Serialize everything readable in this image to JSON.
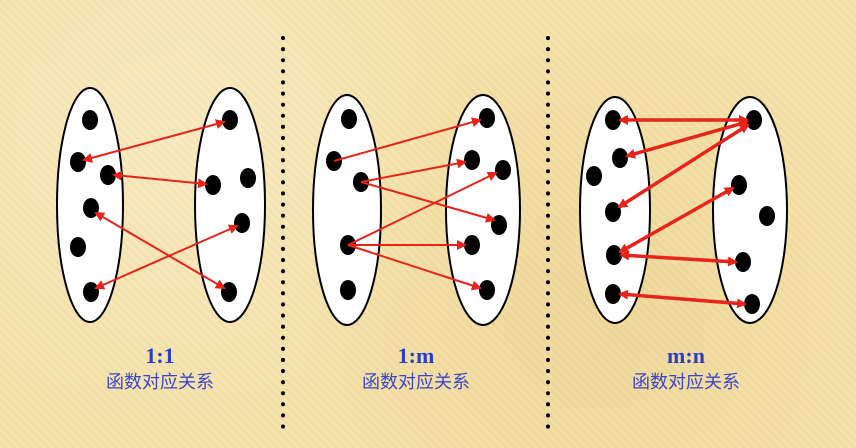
{
  "panels": [
    {
      "ratio": "1:1",
      "label": "函数对应关系"
    },
    {
      "ratio": "1:m",
      "label": "函数对应关系"
    },
    {
      "ratio": "m:n",
      "label": "函数对应关系"
    }
  ],
  "colors": {
    "arrow": "#e8231a",
    "text": "#2a3fc9",
    "dot": "#000000"
  }
}
